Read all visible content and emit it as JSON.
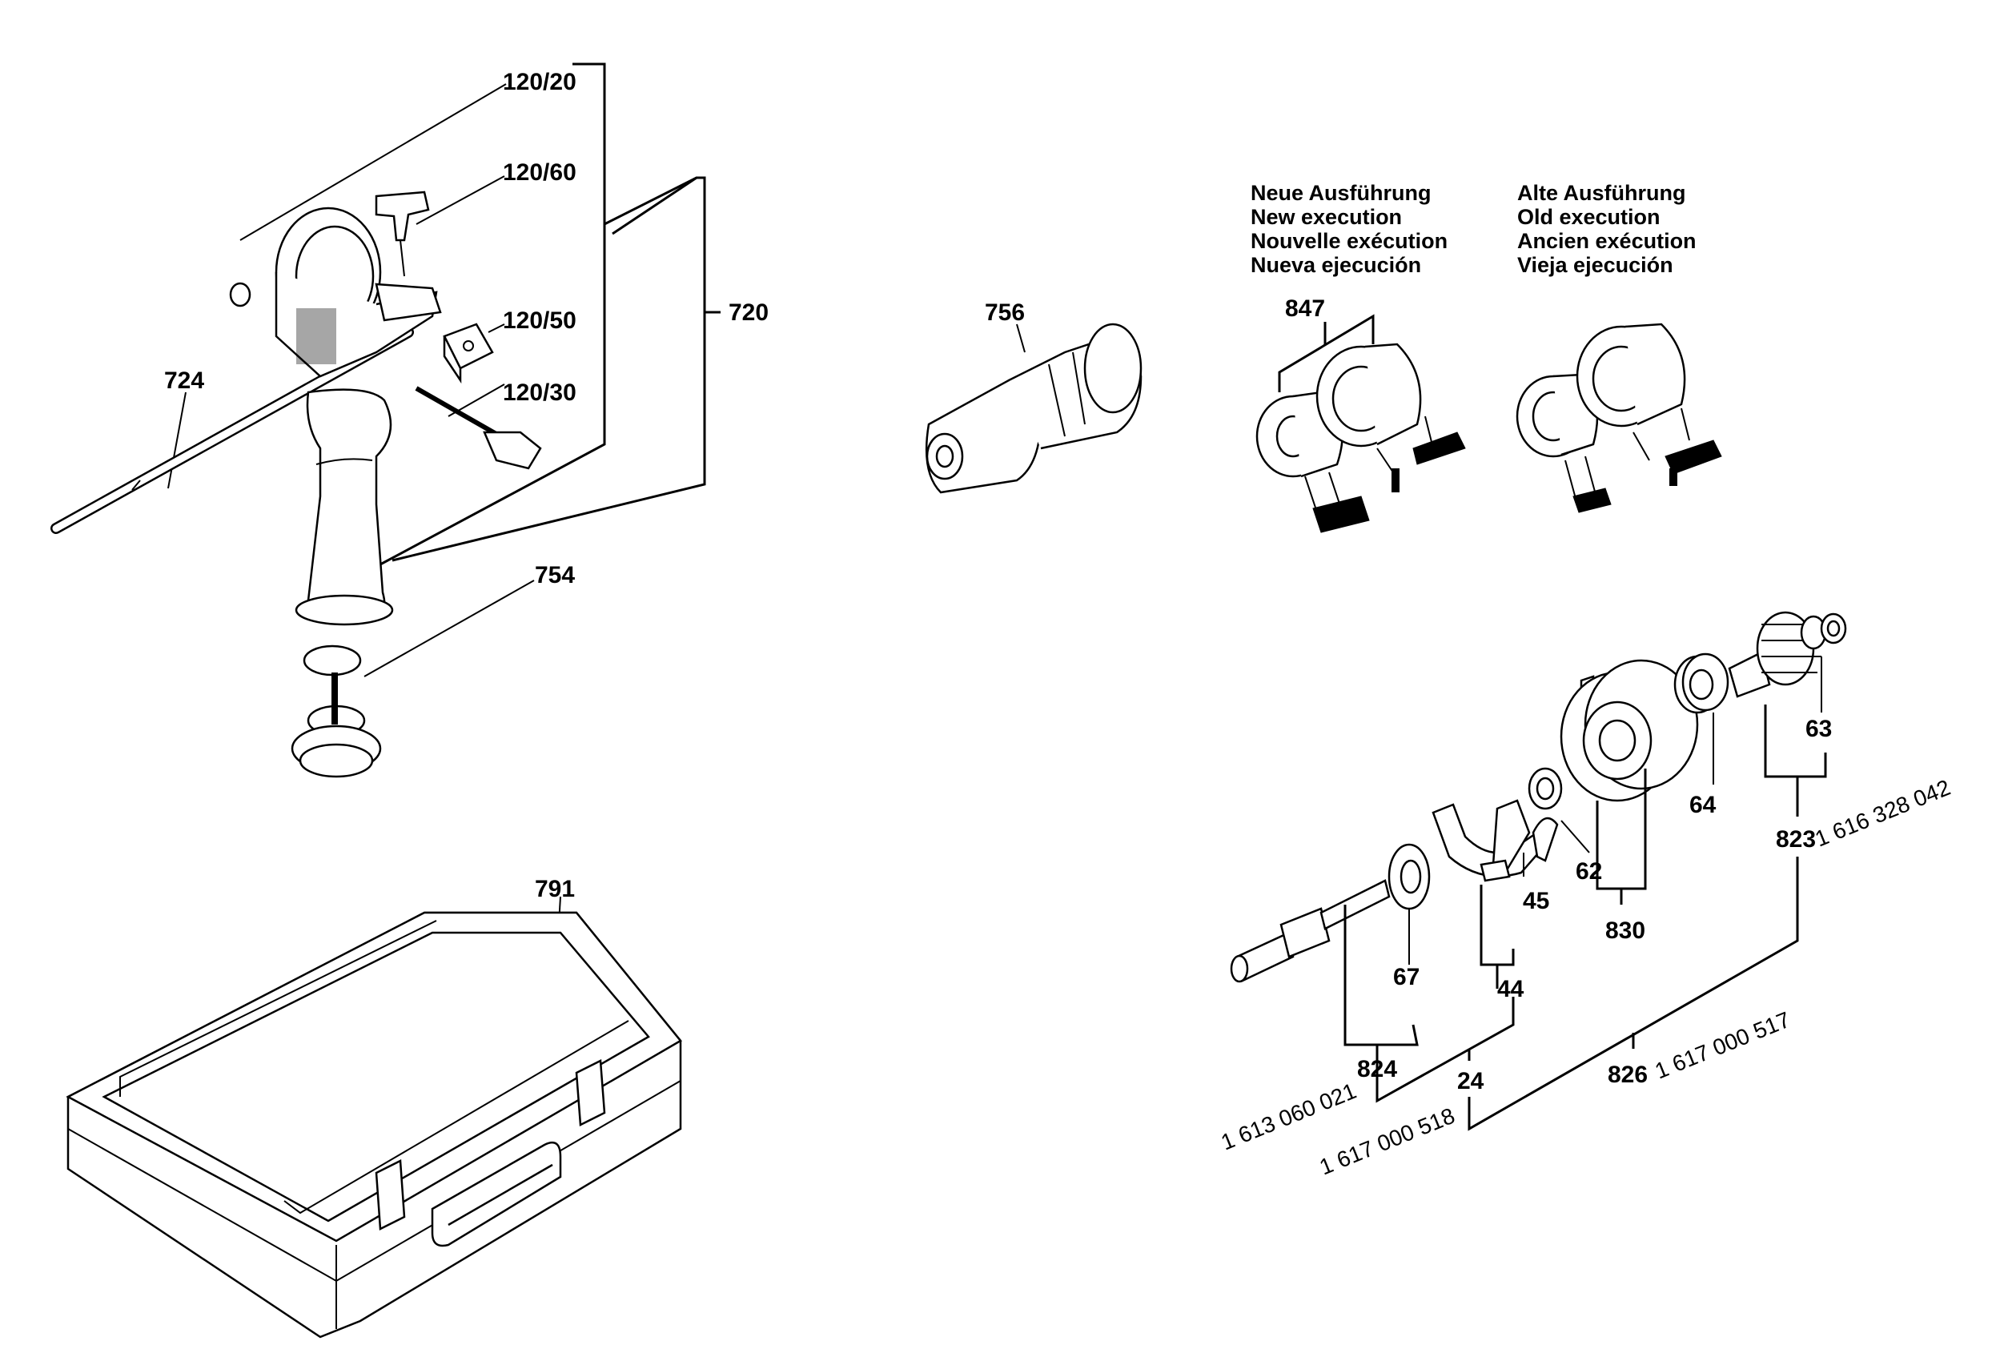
{
  "callouts": {
    "c120_20": "120/20",
    "c120_60": "120/60",
    "c120_50": "120/50",
    "c120_30": "120/30",
    "c720": "720",
    "c724": "724",
    "c754": "754",
    "c756": "756",
    "c791": "791",
    "c847": "847",
    "c63": "63",
    "c64": "64",
    "c62": "62",
    "c45": "45",
    "c67": "67",
    "c44": "44",
    "c830": "830",
    "c823": "823",
    "c824": "824",
    "c24": "24",
    "c826": "826"
  },
  "part_numbers": {
    "pn823": "1 616 328 042",
    "pn824": "1 613 060 021",
    "pn24": "1 617 000 518",
    "pn826": "1 617 000 517"
  },
  "variants": {
    "new": [
      "Neue Ausführung",
      "New execution",
      "Nouvelle exécution",
      "Nueva ejecución"
    ],
    "old": [
      "Alte Ausführung",
      "Old execution",
      "Ancien exécution",
      "Vieja ejecución"
    ]
  },
  "colors": {
    "line": "#000000",
    "background": "#ffffff"
  }
}
